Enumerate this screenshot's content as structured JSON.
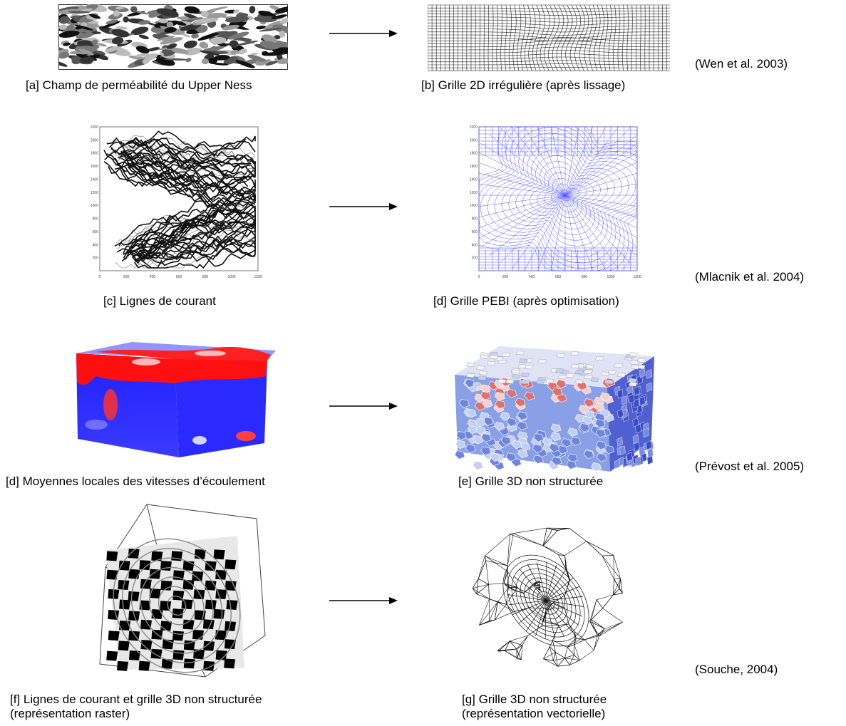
{
  "rows": [
    {
      "left_caption": "[a] Champ de perméabilité du Upper Ness",
      "right_caption": "[b] Grille 2D irrégulière (après lissage)",
      "citation": "(Wen et al. 2003)"
    },
    {
      "left_caption": "[c] Lignes de courant",
      "right_caption": "[d] Grille PEBI (après optimisation)",
      "citation": "(Mlacnik et al. 2004)",
      "left_axis": {
        "x_ticks": [
          "0",
          "200",
          "400",
          "600",
          "800",
          "1000",
          "1200"
        ],
        "y_ticks": [
          "200",
          "400",
          "600",
          "800",
          "1000",
          "1200",
          "1400",
          "1600",
          "1800",
          "2000",
          "2200"
        ]
      },
      "right_axis": {
        "x_ticks": [
          "0",
          "200",
          "400",
          "600",
          "800",
          "1000",
          "1200"
        ],
        "y_ticks": [
          "200",
          "400",
          "600",
          "800",
          "1000",
          "1200",
          "1400",
          "1600",
          "1800",
          "2000",
          "2200"
        ]
      }
    },
    {
      "left_caption": "[d] Moyennes locales des vitesses d’écoulement",
      "right_caption": "[e] Grille 3D non structurée",
      "citation": "(Prévost et al. 2005)"
    },
    {
      "left_caption_line1": "[f] Lignes de courant et grille 3D non structurée",
      "left_caption_line2": "(représentation raster)",
      "right_caption_line1": "[g] Grille 3D non structurée",
      "right_caption_line2": "(représentation vectorielle)",
      "citation": "(Souche, 2004)"
    }
  ],
  "colors": {
    "pebi_grid": "#5a5aff",
    "velocity_high": "#ff1a1a",
    "velocity_low": "#2626ff"
  }
}
